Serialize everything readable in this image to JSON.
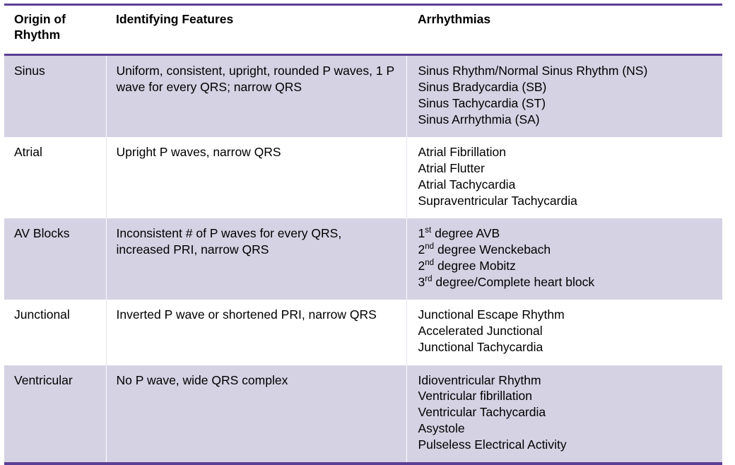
{
  "table": {
    "title": "Origin of Rhythm / Identifying Features / Arrhythmias",
    "accent_color": "#5b3f96",
    "shaded_row_color": "#d5d2e3",
    "plain_row_color": "#ffffff",
    "text_color": "#000000",
    "columns": [
      {
        "key": "origin",
        "label": "Origin of\nRhythm"
      },
      {
        "key": "features",
        "label": "Identifying Features"
      },
      {
        "key": "arrhythmias",
        "label": "Arrhythmias"
      }
    ],
    "header": {
      "origin_line1": "Origin of",
      "origin_line2": "Rhythm",
      "features": "Identifying Features",
      "arrhythmias": "Arrhythmias"
    },
    "rows": [
      {
        "shaded": true,
        "origin": "Sinus",
        "features": "Uniform, consistent, upright, rounded P waves, 1 P wave for every QRS; narrow QRS",
        "arrhythmias": [
          {
            "pre": "",
            "sup": "",
            "post": "Sinus Rhythm/Normal Sinus Rhythm (NS)"
          },
          {
            "pre": "",
            "sup": "",
            "post": "Sinus Bradycardia (SB)"
          },
          {
            "pre": "",
            "sup": "",
            "post": "Sinus Tachycardia (ST)"
          },
          {
            "pre": "",
            "sup": "",
            "post": "Sinus Arrhythmia (SA)"
          }
        ]
      },
      {
        "shaded": false,
        "origin": "Atrial",
        "features": "Upright P waves, narrow QRS",
        "arrhythmias": [
          {
            "pre": "",
            "sup": "",
            "post": "Atrial Fibrillation"
          },
          {
            "pre": "",
            "sup": "",
            "post": "Atrial Flutter"
          },
          {
            "pre": "",
            "sup": "",
            "post": "Atrial Tachycardia"
          },
          {
            "pre": "",
            "sup": "",
            "post": "Supraventricular Tachycardia"
          }
        ]
      },
      {
        "shaded": true,
        "origin": "AV Blocks",
        "features": "Inconsistent # of P waves for every QRS, increased PRI, narrow QRS",
        "arrhythmias": [
          {
            "pre": "1",
            "sup": "st",
            "post": " degree AVB"
          },
          {
            "pre": "2",
            "sup": "nd",
            "post": " degree Wenckebach"
          },
          {
            "pre": "2",
            "sup": "nd",
            "post": " degree Mobitz"
          },
          {
            "pre": "3",
            "sup": "rd",
            "post": " degree/Complete heart block"
          }
        ]
      },
      {
        "shaded": false,
        "origin": "Junctional",
        "features": "Inverted P wave or shortened PRI, narrow QRS",
        "arrhythmias": [
          {
            "pre": "",
            "sup": "",
            "post": "Junctional Escape Rhythm"
          },
          {
            "pre": "",
            "sup": "",
            "post": "Accelerated Junctional"
          },
          {
            "pre": "",
            "sup": "",
            "post": "Junctional Tachycardia"
          }
        ]
      },
      {
        "shaded": true,
        "origin": "Ventricular",
        "features": "No P wave, wide QRS complex",
        "arrhythmias": [
          {
            "pre": "",
            "sup": "",
            "post": "Idioventricular Rhythm"
          },
          {
            "pre": "",
            "sup": "",
            "post": "Ventricular fibrillation"
          },
          {
            "pre": "",
            "sup": "",
            "post": "Ventricular Tachycardia"
          },
          {
            "pre": "",
            "sup": "",
            "post": "Asystole"
          },
          {
            "pre": "",
            "sup": "",
            "post": "Pulseless Electrical Activity"
          }
        ]
      }
    ]
  }
}
